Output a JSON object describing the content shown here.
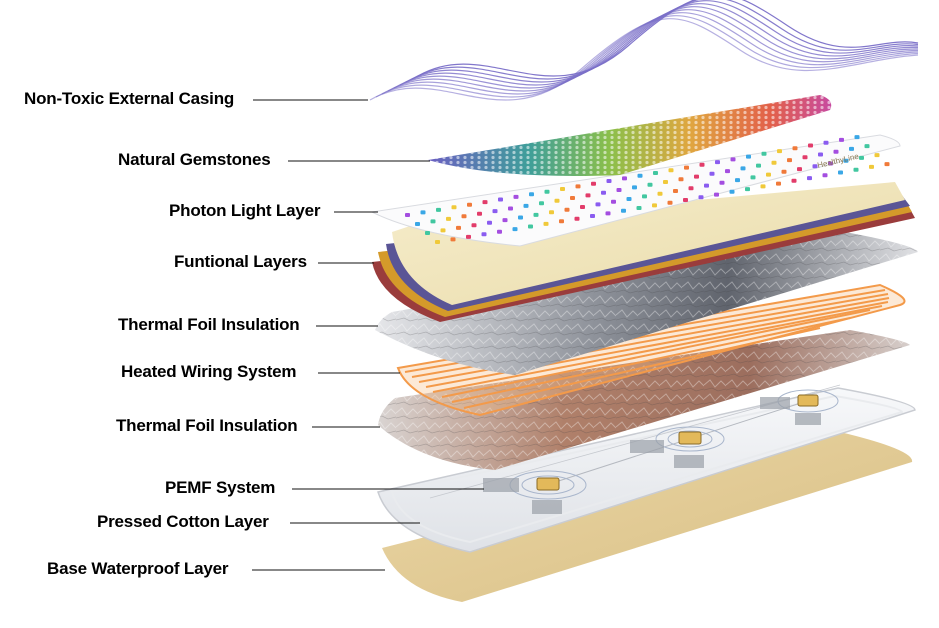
{
  "diagram": {
    "brand_mark": "HealthyLine",
    "labels": [
      {
        "id": "casing",
        "text": "Non-Toxic External Casing"
      },
      {
        "id": "gemstones",
        "text": "Natural Gemstones"
      },
      {
        "id": "photon",
        "text": "Photon Light Layer"
      },
      {
        "id": "functional",
        "text": "Funtional Layers"
      },
      {
        "id": "foil-top",
        "text": "Thermal Foil Insulation"
      },
      {
        "id": "wiring",
        "text": "Heated Wiring System"
      },
      {
        "id": "foil-bottom",
        "text": "Thermal Foil Insulation"
      },
      {
        "id": "pemf",
        "text": "PEMF System"
      },
      {
        "id": "cotton",
        "text": "Pressed Cotton Layer"
      },
      {
        "id": "waterproof",
        "text": "Base Waterproof Layer"
      }
    ],
    "colors": {
      "casing_lines": "#7a6fc8",
      "base_layer": "#e6cf9c",
      "wiring": "#f39a4a",
      "foil_silver": "#b9bcc4",
      "foil_copper": "#b98a72",
      "functional_cream": "#f1e6bf"
    }
  }
}
